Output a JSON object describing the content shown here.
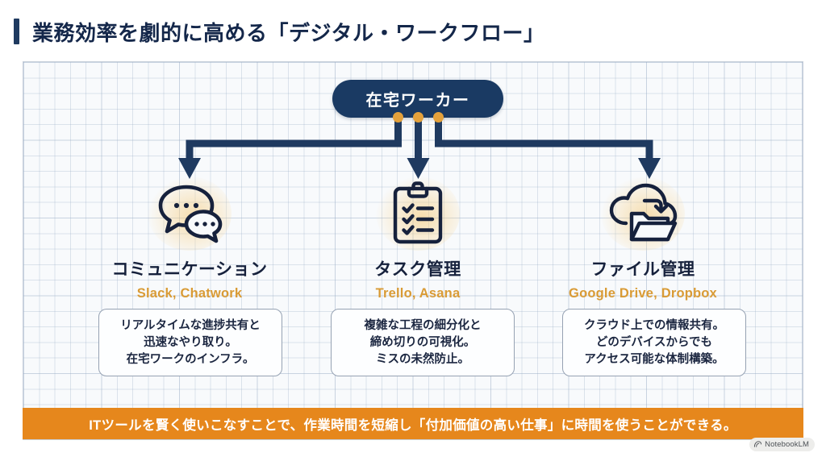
{
  "title": {
    "text": "業務効率を劇的に高める「デジタル・ワークフロー」",
    "accent_color": "#1F3A60"
  },
  "diagram": {
    "root": {
      "label": "在宅ワーカー",
      "fill_color": "#1A3A63",
      "text_color": "#FFFFFF",
      "connector_dot_color": "#E3A13C",
      "connector_dots": 3
    },
    "connector_color": "#1F3A60",
    "branches": [
      {
        "id": "communication",
        "icon": "speech-bubbles-icon",
        "heading": "コミュニケーション",
        "tools": "Slack, Chatwork",
        "tools_color": "#D99B35",
        "description_lines": [
          "リアルタイムな進捗共有と",
          "迅速なやり取り。",
          "在宅ワークのインフラ。"
        ]
      },
      {
        "id": "task",
        "icon": "clipboard-checklist-icon",
        "heading": "タスク管理",
        "tools": "Trello, Asana",
        "tools_color": "#D99B35",
        "description_lines": [
          "複雑な工程の細分化と",
          "締め切りの可視化。",
          "ミスの未然防止。"
        ]
      },
      {
        "id": "file",
        "icon": "cloud-folder-icon",
        "heading": "ファイル管理",
        "tools": "Google Drive, Dropbox",
        "tools_color": "#D99B35",
        "description_lines": [
          "クラウド上での情報共有。",
          "どのデバイスからでも",
          "アクセス可能な体制構築。"
        ]
      }
    ]
  },
  "footer": {
    "text": "ITツールを賢く使いこなすことで、作業時間を短縮し「付加価値の高い仕事」に時間を使うことができる。",
    "background_color": "#E6871C",
    "text_color": "#FFFFFF"
  },
  "watermark": {
    "label": "NotebookLM"
  }
}
